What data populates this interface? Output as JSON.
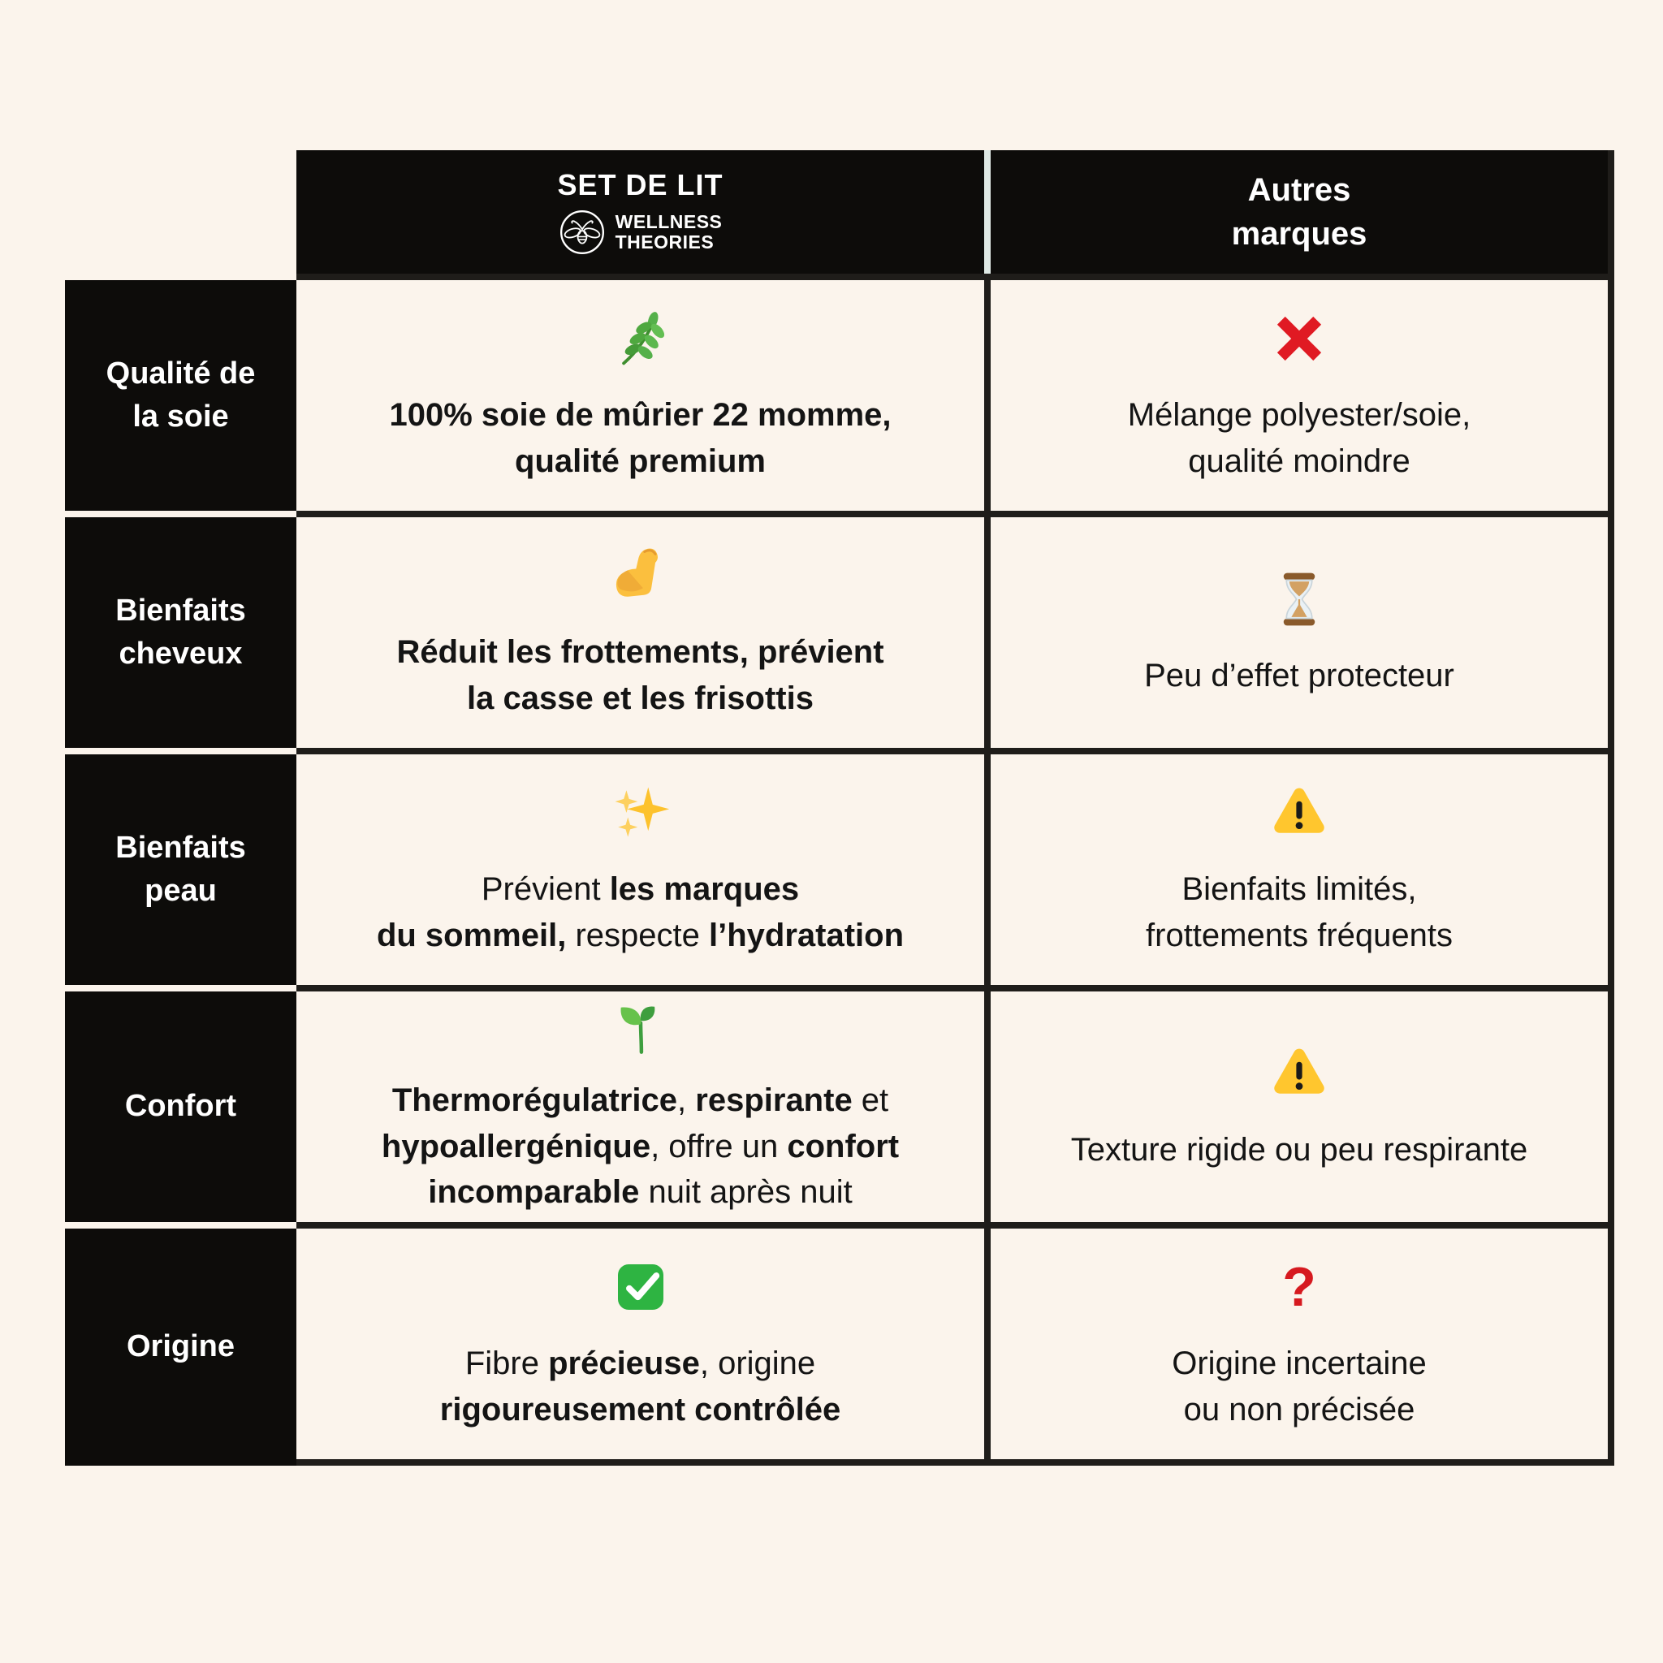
{
  "colors": {
    "page_bg": "#FBF4EC",
    "cell_bg": "#FBF4EC",
    "box_black": "#0D0C0A",
    "border_black": "#1F1D1A",
    "header_divider": "#DFE9E5",
    "cross_red": "#E01A23",
    "question_red": "#D6191F",
    "warning_yellow": "#FFC62E",
    "check_green": "#2EB442",
    "text_white": "#FFFFFF",
    "text_black": "#141414"
  },
  "header": {
    "brand": {
      "title": "SET DE LIT",
      "logo_icon": "bee-logo",
      "logo_name": "WELLNESS\nTHEORIES"
    },
    "others": {
      "label": "Autres\nmarques"
    }
  },
  "rows": [
    {
      "label": "Qualité de\nla soie",
      "brand": {
        "icon": "herb-sprig",
        "segments": [
          {
            "t": "100% soie de mûrier 22 momme,",
            "b": true
          },
          {
            "br": true
          },
          {
            "t": "qualité premium",
            "b": true
          }
        ]
      },
      "others": {
        "icon": "cross-mark",
        "segments": [
          {
            "t": "Mélange polyester/soie,"
          },
          {
            "br": true
          },
          {
            "t": "qualité moindre"
          }
        ]
      }
    },
    {
      "label": "Bienfaits\ncheveux",
      "brand": {
        "icon": "flexed-biceps",
        "segments": [
          {
            "t": "Réduit les frottements, prévient",
            "b": true
          },
          {
            "br": true
          },
          {
            "t": "la casse et les frisottis",
            "b": true
          }
        ]
      },
      "others": {
        "icon": "hourglass",
        "segments": [
          {
            "t": "Peu d’effet protecteur"
          }
        ]
      }
    },
    {
      "label": "Bienfaits\npeau",
      "brand": {
        "icon": "sparkles",
        "segments": [
          {
            "t": "Prévient "
          },
          {
            "t": "les marques",
            "b": true
          },
          {
            "br": true
          },
          {
            "t": "du sommeil,",
            "b": true
          },
          {
            "t": " respecte "
          },
          {
            "t": "l’hydratation",
            "b": true
          }
        ]
      },
      "others": {
        "icon": "warning-triangle",
        "segments": [
          {
            "t": "Bienfaits limités,"
          },
          {
            "br": true
          },
          {
            "t": "frottements fréquents"
          }
        ]
      }
    },
    {
      "label": "Confort",
      "brand": {
        "icon": "seedling",
        "segments": [
          {
            "t": "Thermorégulatrice",
            "b": true
          },
          {
            "t": ", "
          },
          {
            "t": "respirante",
            "b": true
          },
          {
            "t": " et"
          },
          {
            "br": true
          },
          {
            "t": "hypoallergénique",
            "b": true
          },
          {
            "t": ", offre un "
          },
          {
            "t": "confort",
            "b": true
          },
          {
            "br": true
          },
          {
            "t": "incomparable",
            "b": true
          },
          {
            "t": " nuit après nuit"
          }
        ]
      },
      "others": {
        "icon": "warning-triangle",
        "segments": [
          {
            "t": "Texture rigide ou peu respirante"
          }
        ]
      }
    },
    {
      "label": "Origine",
      "brand": {
        "icon": "check-mark-button",
        "segments": [
          {
            "t": "Fibre "
          },
          {
            "t": "précieuse",
            "b": true
          },
          {
            "t": ", origine"
          },
          {
            "br": true
          },
          {
            "t": "rigoureusement contrôlée",
            "b": true
          }
        ]
      },
      "others": {
        "icon": "red-question-mark",
        "icon_glyph": "?",
        "segments": [
          {
            "t": "Origine incertaine"
          },
          {
            "br": true
          },
          {
            "t": "ou non précisée"
          }
        ]
      }
    }
  ]
}
